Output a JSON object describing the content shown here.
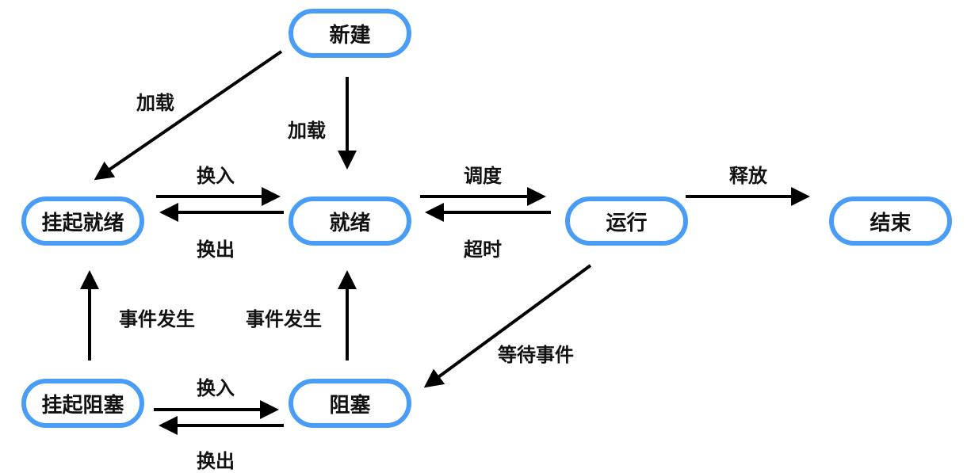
{
  "states": {
    "new": "新建",
    "suspended_ready": "挂起就绪",
    "ready": "就绪",
    "running": "运行",
    "terminated": "结束",
    "suspended_blocked": "挂起阻塞",
    "blocked": "阻塞"
  },
  "transitions": {
    "new_to_suspended_ready": "加载",
    "new_to_ready": "加载",
    "suspended_ready_to_ready": "换入",
    "ready_to_suspended_ready": "换出",
    "ready_to_running": "调度",
    "running_to_ready": "超时",
    "running_to_terminated": "释放",
    "blocked_event_to_suspended_ready": "事件发生",
    "blocked_event_to_ready": "事件发生",
    "running_to_blocked": "等待事件",
    "suspended_blocked_to_blocked": "换入",
    "blocked_to_suspended_blocked": "换出"
  }
}
